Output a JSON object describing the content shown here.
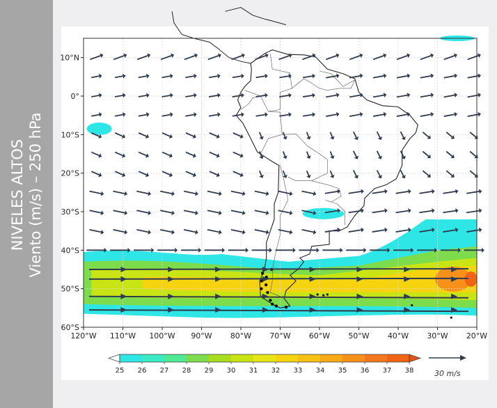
{
  "sidebar": {
    "title": "NIVELES ALTOS",
    "subtitle": "Viento (m/s) – 250 hPa",
    "color": "#a6a6a6"
  },
  "map": {
    "lat_labels": [
      "10°N",
      "0°",
      "10°S",
      "20°S",
      "30°S",
      "40°S",
      "50°S",
      "60°S"
    ],
    "lon_labels": [
      "120°W",
      "110°W",
      "100°W",
      "90°W",
      "80°W",
      "70°W",
      "60°W",
      "50°W",
      "40°W",
      "30°W",
      "20°W"
    ],
    "lat_range": [
      -60,
      15
    ],
    "lon_range": [
      -120,
      -20
    ],
    "colorbar": {
      "ticks": [
        "25",
        "26",
        "27",
        "28",
        "29",
        "30",
        "31",
        "32",
        "33",
        "34",
        "35",
        "36",
        "37",
        "38"
      ],
      "colors": [
        "#2ee6e6",
        "#39ecc4",
        "#4fe895",
        "#7ddc4c",
        "#a8de1e",
        "#c8e414",
        "#e6e617",
        "#f5d40f",
        "#f8c010",
        "#f8a915",
        "#f79119",
        "#f4791c",
        "#f06414"
      ],
      "units": "m/s"
    },
    "reference_vector": {
      "label": "30 m/s"
    },
    "arrow_color": "#2e3b4e"
  }
}
